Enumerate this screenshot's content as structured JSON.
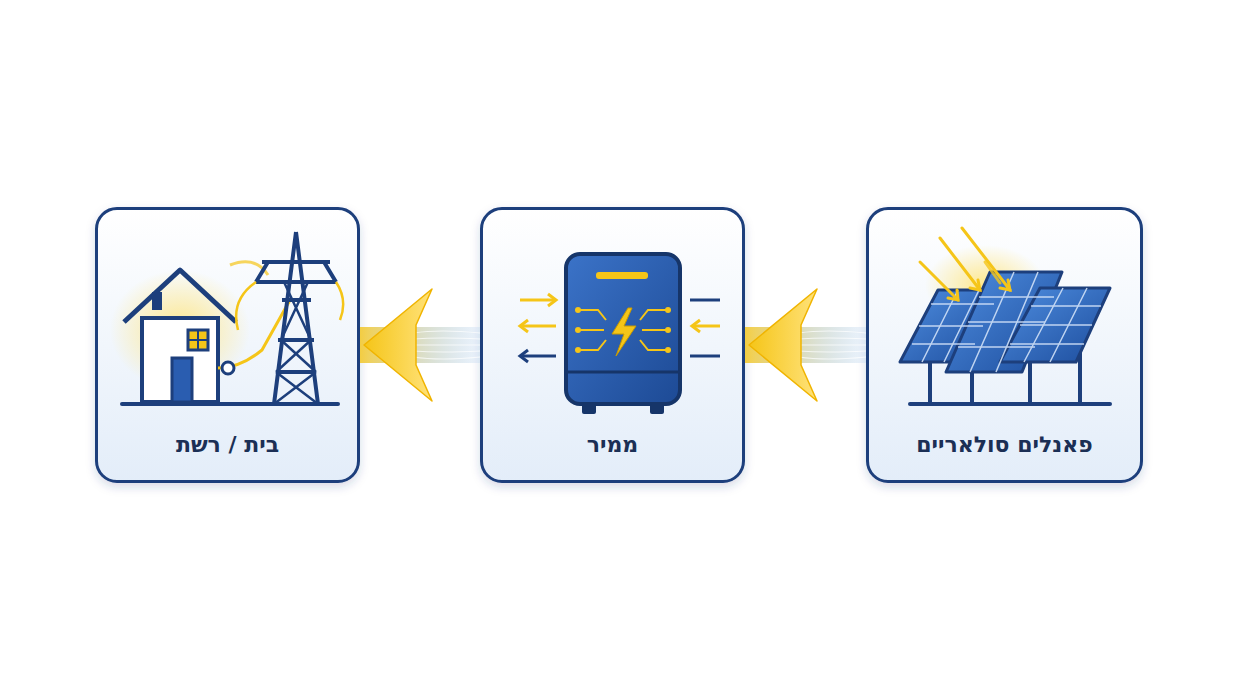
{
  "diagram": {
    "nodes": [
      {
        "text": [
          "פאנלים סולאריים"
        ]
      },
      {
        "text": [
          "ממיר"
        ]
      },
      {
        "text": [
          "בית / רשת"
        ]
      }
    ],
    "edges": [
      {
        "from": 0,
        "to": 1,
        "arrow": "to"
      },
      {
        "from": 1,
        "to": 2,
        "arrow": "to"
      }
    ]
  }
}
